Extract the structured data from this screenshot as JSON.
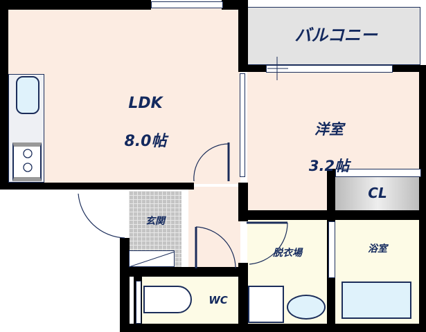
{
  "floorplan": {
    "rooms": {
      "ldk": {
        "name": "LDK",
        "size": "8.0帖"
      },
      "western_room": {
        "name": "洋室",
        "size": "3.2帖"
      },
      "balcony": {
        "name": "バルコニー"
      },
      "closet": {
        "name": "CL"
      },
      "entrance": {
        "name": "玄関"
      },
      "dressing_room": {
        "name": "脱衣場"
      },
      "bathroom": {
        "name": "浴室"
      },
      "toilet": {
        "name": "WC"
      }
    },
    "colors": {
      "wall": "#000000",
      "text": "#13295e",
      "living_floor": "#fcece2",
      "wet_floor": "#fdfbe6",
      "balcony": "#e3e3e3",
      "fixture_blue": "#dff2fb",
      "line": "#1b2d5a"
    }
  }
}
